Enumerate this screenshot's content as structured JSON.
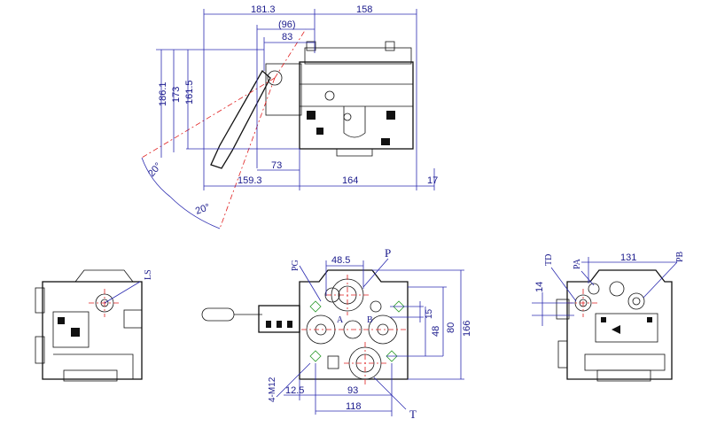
{
  "top_view": {
    "dims": {
      "d181_3": "181.3",
      "d158": "158",
      "d96": "(96)",
      "d83": "83",
      "d186_1": "186.1",
      "d173": "173",
      "d161_5": "161.5",
      "d73": "73",
      "d159_3": "159.3",
      "d164": "164",
      "d17": "17",
      "ang1": "20°",
      "ang2": "20°"
    }
  },
  "left_view": {
    "labels": {
      "ls": "LS"
    }
  },
  "front_view": {
    "labels": {
      "p": "P",
      "t": "T",
      "pg": "PG",
      "b": "B",
      "a": "A"
    },
    "dims": {
      "d48_5": "48.5",
      "d15": "15",
      "d48": "48",
      "d80": "80",
      "d166": "166",
      "d4m12": "4-M12",
      "d12_5": "12.5",
      "d93": "93",
      "d118": "118"
    }
  },
  "right_view": {
    "labels": {
      "td": "TD",
      "pa": "PA",
      "pb": "PB"
    },
    "dims": {
      "d131": "131",
      "d14": "14"
    }
  }
}
